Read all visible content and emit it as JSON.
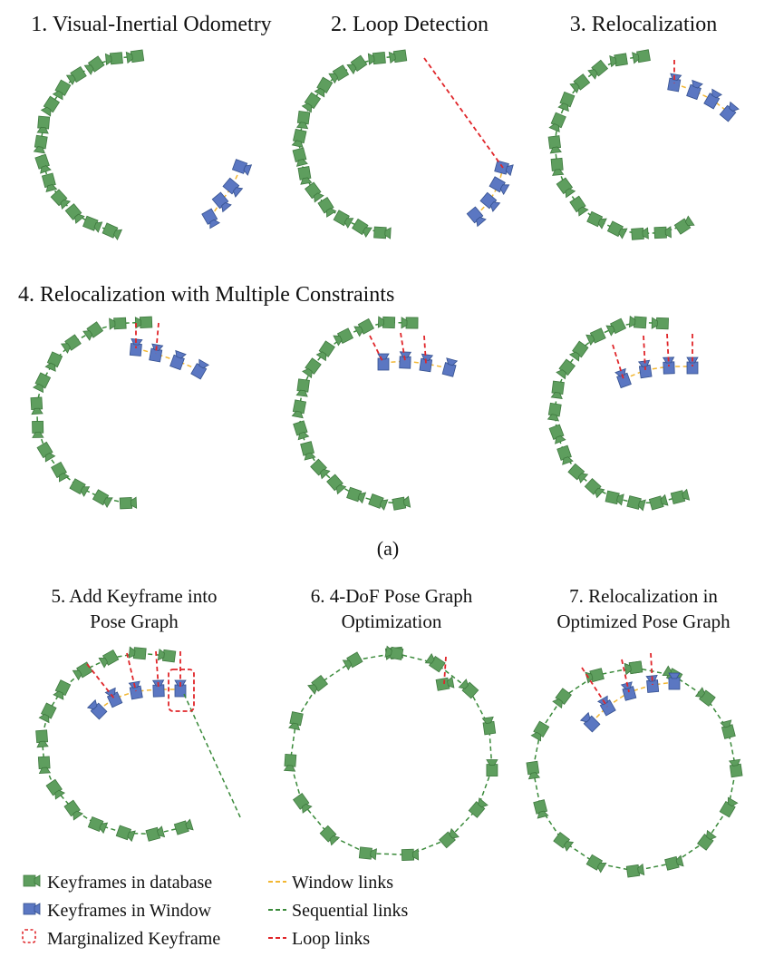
{
  "figure": {
    "caption_a": "(a)",
    "panels": [
      {
        "id": "p1",
        "title_lines": [
          "1. Visual-Inertial Odometry"
        ]
      },
      {
        "id": "p2",
        "title_lines": [
          "2. Loop Detection"
        ]
      },
      {
        "id": "p3",
        "title_lines": [
          "3. Relocalization"
        ]
      },
      {
        "id": "p4a",
        "title_lines": []
      },
      {
        "id": "p4b",
        "title_lines": []
      },
      {
        "id": "p4c",
        "title_lines": []
      },
      {
        "id": "p5",
        "title_lines": [
          "5. Add Keyframe into",
          "Pose Graph"
        ]
      },
      {
        "id": "p6",
        "title_lines": [
          "6. 4-DoF Pose Graph",
          "Optimization"
        ]
      },
      {
        "id": "p7",
        "title_lines": [
          "7. Relocalization in",
          "Optimized Pose Graph"
        ]
      }
    ],
    "row2_title": "4. Relocalization with Multiple Constraints"
  },
  "legend": {
    "database_keyframes": "Keyframes in database",
    "window_keyframes": "Keyframes in Window",
    "marginalized_keyframe": "Marginalized Keyframe",
    "window_links": "Window links",
    "sequential_links": "Sequential links",
    "loop_links": "Loop links"
  },
  "colors": {
    "database": "#5e9e5e",
    "database_edge": "#3f7a3f",
    "window": "#5b77c2",
    "window_edge": "#34508f",
    "window_link": "#f2b733",
    "sequential_link": "#3a8a3a",
    "loop_link": "#e0262a"
  }
}
